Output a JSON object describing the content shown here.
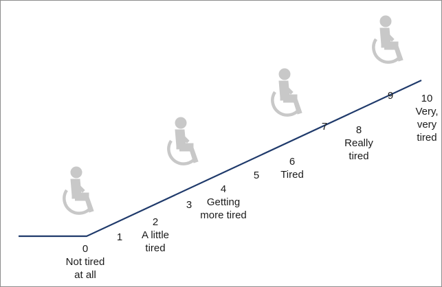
{
  "diagram": {
    "line_color": "#1f3a6b",
    "figure_color": "#c8c8c8",
    "icon": "wheelchair-user-icon",
    "levels": [
      {
        "value": "0",
        "text_lines": [
          "Not tired",
          "at all"
        ]
      },
      {
        "value": "1",
        "text_lines": []
      },
      {
        "value": "2",
        "text_lines": [
          "A little",
          "tired"
        ]
      },
      {
        "value": "3",
        "text_lines": []
      },
      {
        "value": "4",
        "text_lines": [
          "Getting",
          "more tired"
        ]
      },
      {
        "value": "5",
        "text_lines": []
      },
      {
        "value": "6",
        "text_lines": [
          "Tired"
        ]
      },
      {
        "value": "7",
        "text_lines": []
      },
      {
        "value": "8",
        "text_lines": [
          "Really",
          "tired"
        ]
      },
      {
        "value": "9",
        "text_lines": []
      },
      {
        "value": "10",
        "text_lines": [
          "Very,",
          "very",
          "tired"
        ]
      }
    ]
  }
}
